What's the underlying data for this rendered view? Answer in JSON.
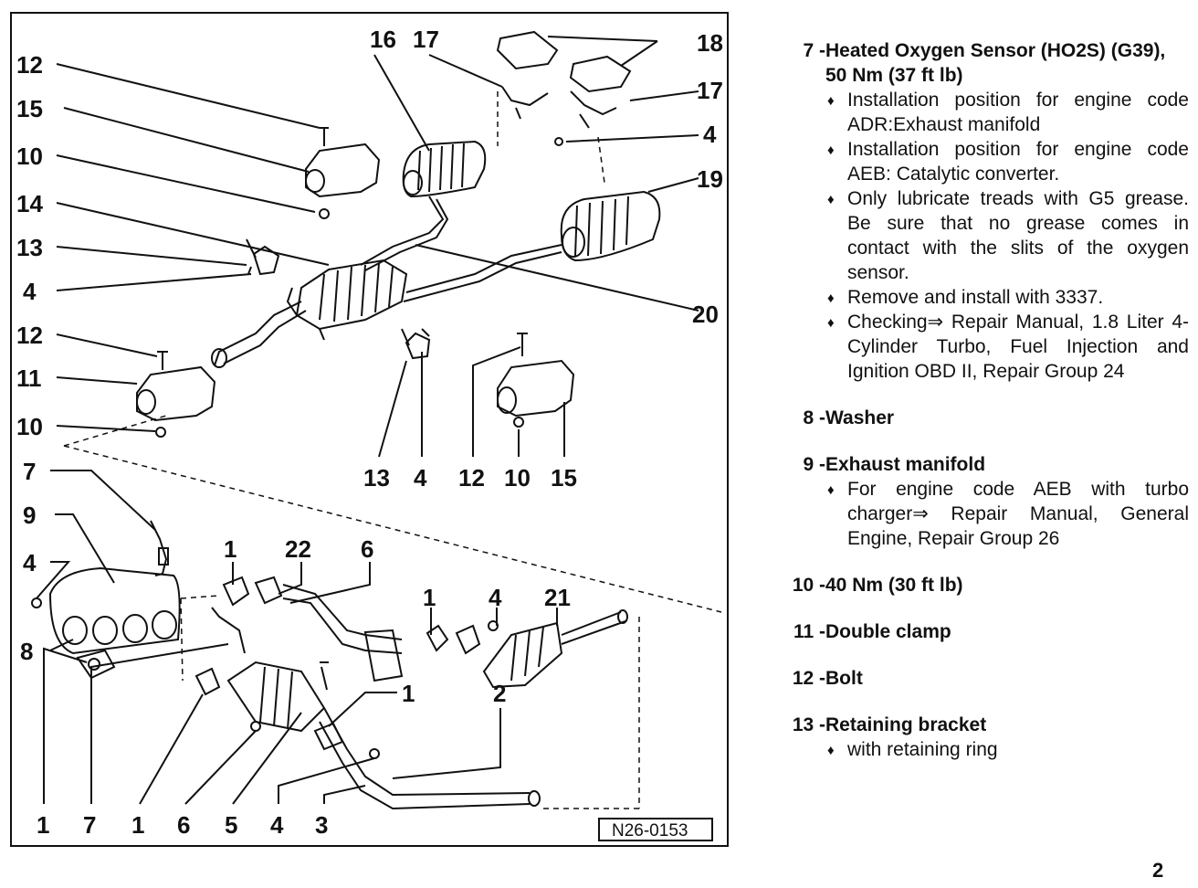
{
  "diagram": {
    "ref_code": "N26-0153",
    "callouts": [
      "12",
      "15",
      "10",
      "14",
      "13",
      "4",
      "12",
      "11",
      "10",
      "7",
      "9",
      "4",
      "8",
      "16",
      "17",
      "18",
      "17",
      "4",
      "19",
      "20",
      "13",
      "4",
      "12",
      "10",
      "15",
      "1",
      "22",
      "6",
      "1",
      "4",
      "21",
      "1",
      "2",
      "1",
      "7",
      "1",
      "6",
      "5",
      "4",
      "3"
    ]
  },
  "legend": {
    "items": [
      {
        "num": "7 -",
        "title": "Heated Oxygen Sensor (HO2S) (G39), 50 Nm (37 ft lb)",
        "bullets": [
          "Installation position for engine code ADR:Exhaust manifold",
          "Installation position for engine code AEB: Catalytic converter.",
          "Only lubricate treads with G5 grease. Be sure that no grease comes in contact with the slits of the oxygen sensor.",
          "Remove and install with 3337.",
          "Checking⇒ Repair Manual, 1.8 Liter 4-Cylinder Turbo, Fuel Injection and Ignition OBD II, Repair Group 24"
        ]
      },
      {
        "num": "8 -",
        "title": "Washer",
        "bullets": []
      },
      {
        "num": "9 -",
        "title": "Exhaust manifold",
        "bullets": [
          "For engine code AEB with turbo charger⇒ Repair Manual, General Engine, Repair Group 26"
        ]
      },
      {
        "num": "10 -",
        "title": "40 Nm (30 ft lb)",
        "bullets": []
      },
      {
        "num": "11 -",
        "title": "Double clamp",
        "bullets": []
      },
      {
        "num": "12 -",
        "title": "Bolt",
        "bullets": []
      },
      {
        "num": "13 -",
        "title": "Retaining bracket",
        "bullets": [
          "with retaining ring"
        ]
      }
    ]
  },
  "page_number": "2"
}
